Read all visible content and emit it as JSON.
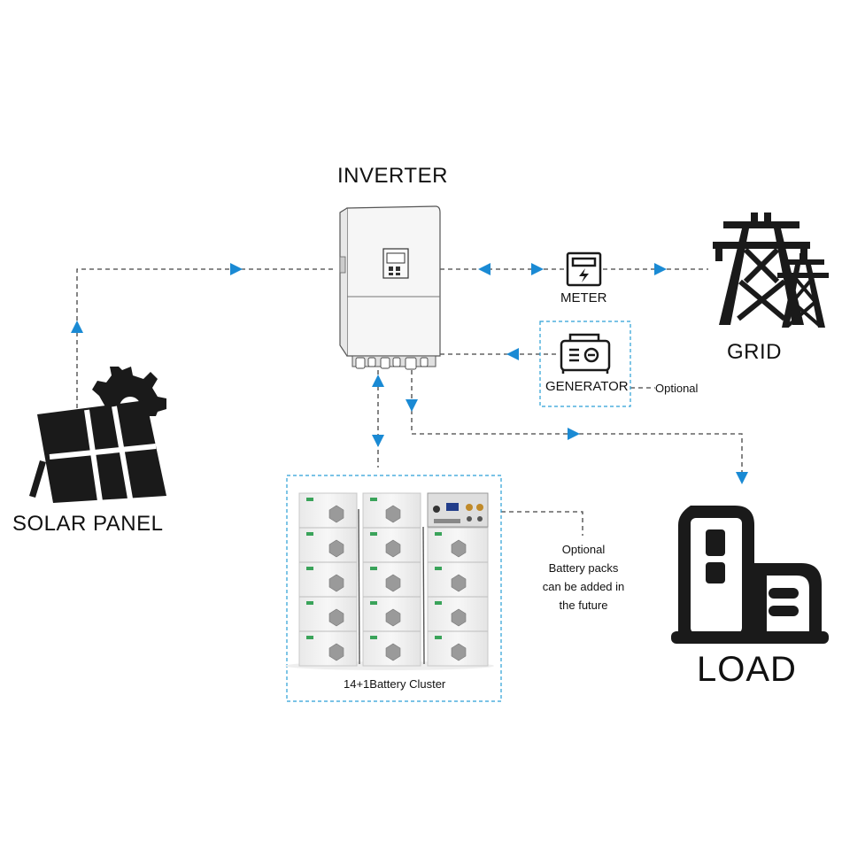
{
  "labels": {
    "inverter": "INVERTER",
    "meter": "METER",
    "grid": "GRID",
    "generator": "GENERATOR",
    "generator_optional": "Optional",
    "solar_panel": "SOLAR PANEL",
    "load": "LOAD",
    "battery_cluster": "14+1Battery Cluster"
  },
  "battery_note": {
    "lines": [
      "Optional",
      "Battery packs",
      "can be added in",
      "the future"
    ]
  },
  "colors": {
    "arrow": "#1a8ad4",
    "dashed_box": "#2a9fd6",
    "line": "#444444",
    "icon": "#1a1a1a"
  },
  "icons": [
    "solar-panel-icon",
    "inverter-image",
    "meter-icon",
    "grid-tower-icon",
    "generator-icon",
    "load-building-icon",
    "battery-cluster-image"
  ]
}
